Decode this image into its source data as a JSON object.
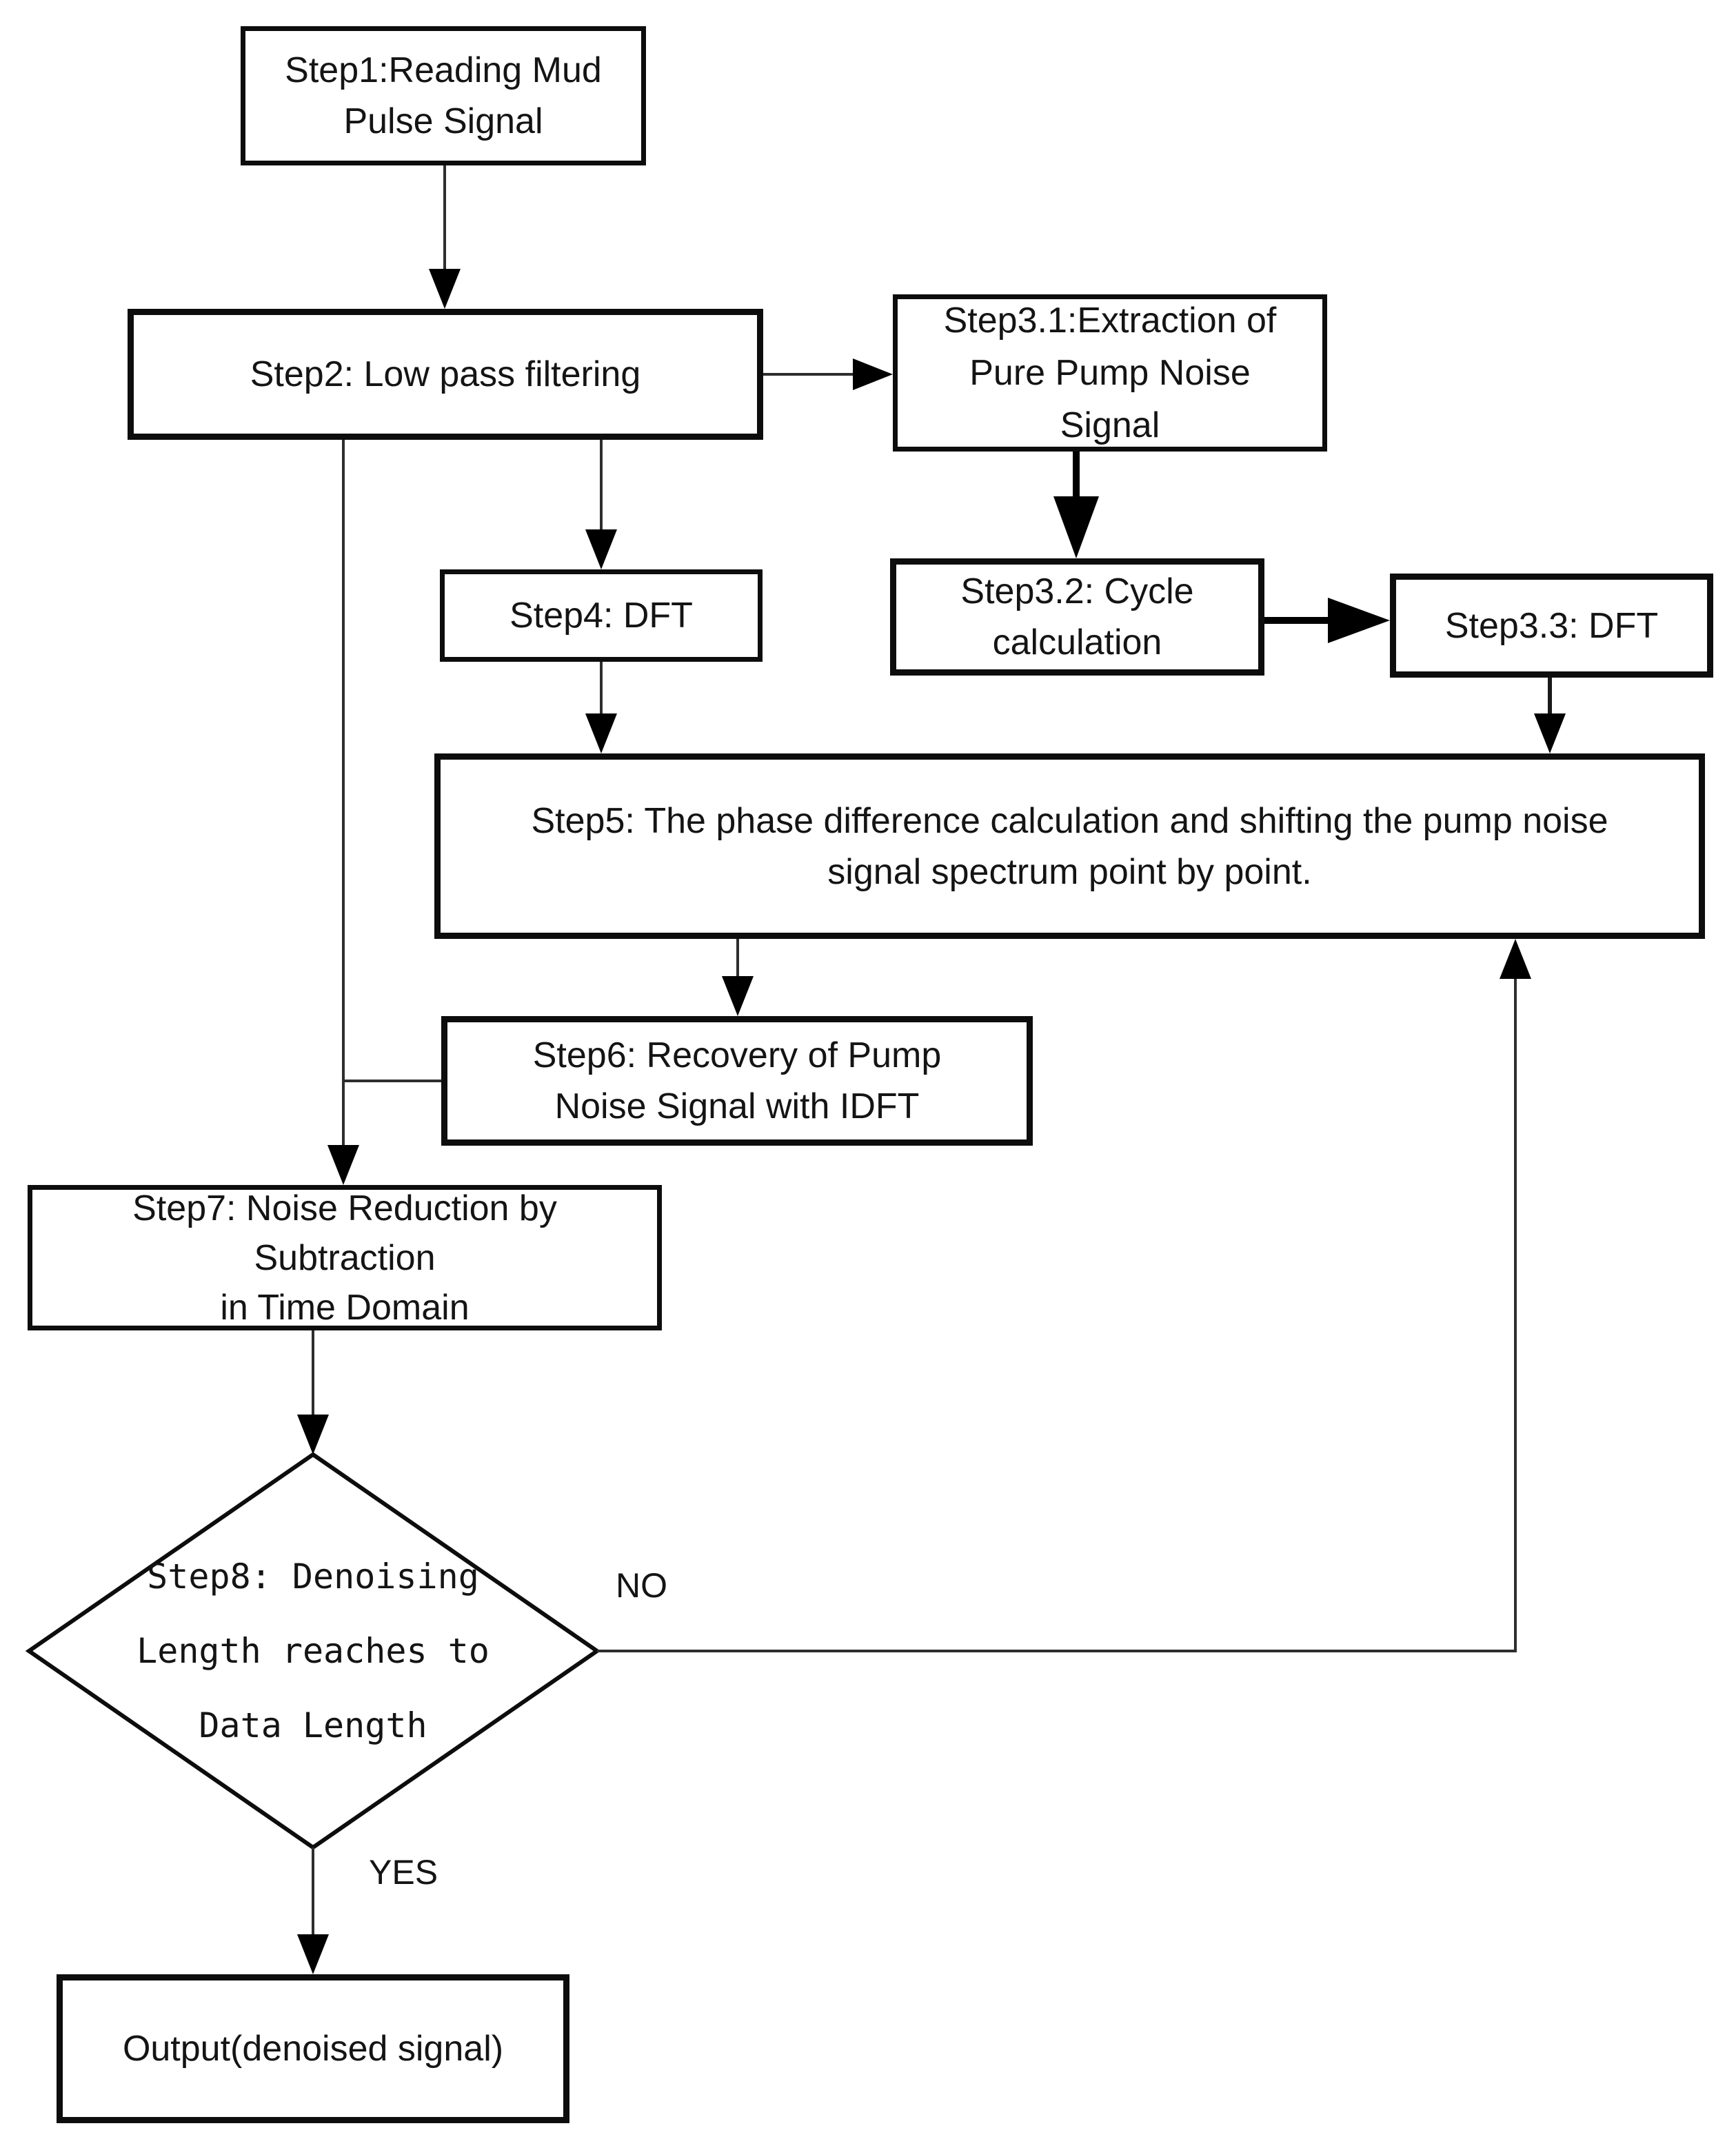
{
  "diagram": {
    "type": "flowchart",
    "nodes": {
      "step1": {
        "label": "Step1:Reading Mud\nPulse Signal"
      },
      "step2": {
        "label": "Step2: Low pass filtering"
      },
      "step3_1": {
        "label": "Step3.1:Extraction of\nPure Pump Noise\nSignal"
      },
      "step3_2": {
        "label": "Step3.2: Cycle\ncalculation"
      },
      "step3_3": {
        "label": "Step3.3: DFT"
      },
      "step4": {
        "label": "Step4: DFT"
      },
      "step5": {
        "label": "Step5: The phase difference calculation and shifting the pump noise\nsignal spectrum point by point."
      },
      "step6": {
        "label": "Step6: Recovery of Pump\nNoise Signal with IDFT"
      },
      "step7": {
        "label": "Step7: Noise Reduction by\nSubtraction\nin Time Domain"
      },
      "step8": {
        "label": "Step8: Denoising\nLength reaches to\nData Length"
      },
      "output": {
        "label": "Output(denoised signal)"
      }
    },
    "edge_labels": {
      "no": "NO",
      "yes": "YES"
    },
    "colors": {
      "background": "#ffffff",
      "stroke": "#000000",
      "text": "#141414"
    }
  }
}
